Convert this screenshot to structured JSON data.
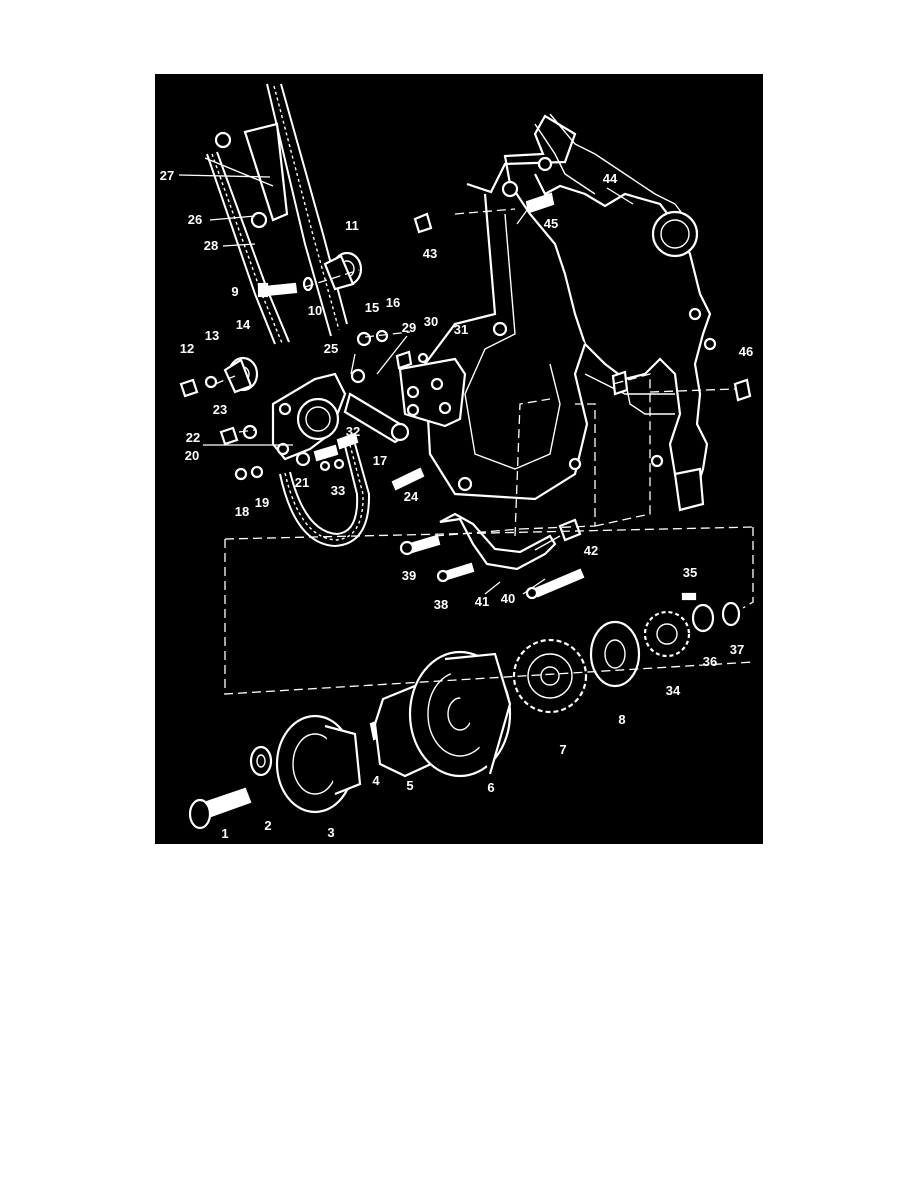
{
  "colors": {
    "background": "#000000",
    "page": "#ffffff",
    "ink": "#ffffff"
  },
  "labels": {
    "l1": "1",
    "l2": "2",
    "l3": "3",
    "l4": "4",
    "l5": "5",
    "l6": "6",
    "l7": "7",
    "l8": "8",
    "l9": "9",
    "l10": "10",
    "l11": "11",
    "l12": "12",
    "l13": "13",
    "l14": "14",
    "l15": "15",
    "l16": "16",
    "l17": "17",
    "l18": "18",
    "l19": "19",
    "l20": "20",
    "l21": "21",
    "l22": "22",
    "l23": "23",
    "l24": "24",
    "l25": "25",
    "l26": "26",
    "l27": "27",
    "l28": "28",
    "l29": "29",
    "l30": "30",
    "l31": "31",
    "l32": "32",
    "l33": "33",
    "l34": "34",
    "l35": "35",
    "l36": "36",
    "l37": "37",
    "l38": "38",
    "l39": "39",
    "l40": "40",
    "l41": "41",
    "l42": "42",
    "l43": "43",
    "l44": "44",
    "l45": "45",
    "l46": "46"
  }
}
